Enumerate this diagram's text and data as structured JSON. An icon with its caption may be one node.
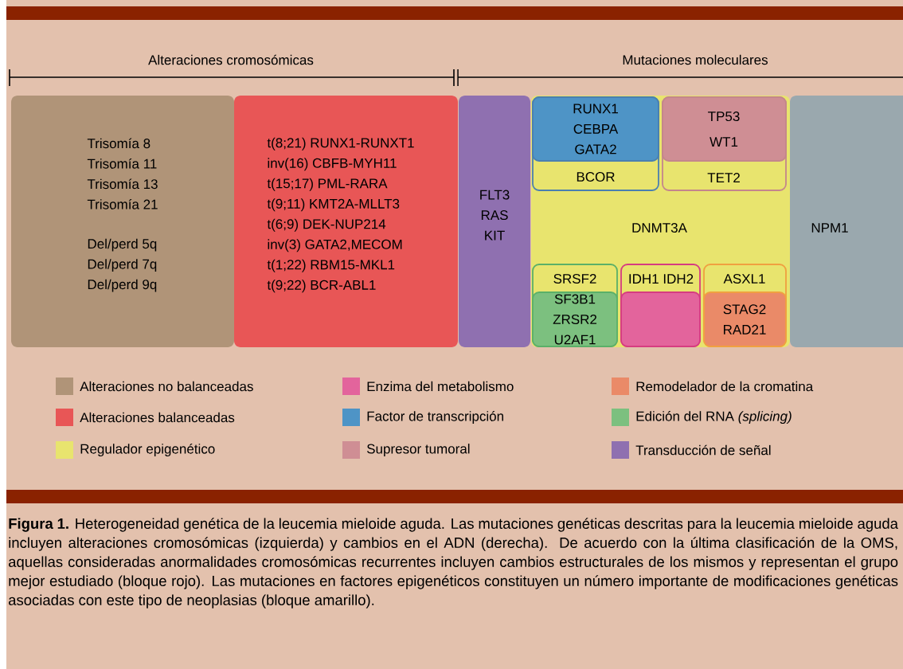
{
  "diagram": {
    "caption": "**Figura 1.** Heterogeneidad genética de la leucemia mieloide aguda. Las mutaciones genéticas descritas para la leucemia mieloide aguda incluyen alteraciones cromosómicas (izquierda) y cambios en el ADN (derecha). De acuerdo con la última clasificación de la OMS, aquellas consideradas anormalidades cromosómicas recurrentes incluyen cambios estructurales de los mismos y representan el grupo mejor estudiado (bloque rojo). Las mutaciones en factores epigenéticos constituyen un número importante de modificaciones genéticas asociadas con este tipo de neoplasias (bloque amarillo).",
    "nodes": [
      {
        "text": [
          "Trisomía 8",
          "Trisomía 11",
          "Trisomía 13",
          "Trisomía 21",
          "Del/perd 5q",
          "Del/perd 7q",
          "Del/perd 9q"
        ]
      },
      {
        "text": [
          "t(8;21) RUNX1-RUNXT1",
          "inv(16) CBFB-MYH11",
          "t(15;17) PML-RARA",
          "t(9;11) KMT2A-MLLT3",
          "t(6;9) DEK-NUP214",
          "inv(3) GATA2,MECOM",
          "t(1;22) RBM15-MKL1",
          "t(9;22) BCR-ABL1"
        ]
      },
      {
        "text": [
          "FLT3",
          "RAS",
          "KIT"
        ]
      },
      {
        "text": [
          "DNMT3A"
        ]
      },
      {
        "text": [
          "BCOR"
        ],
        "in": 3
      },
      {
        "text": [
          "RUNX1",
          "CEBPA",
          "GATA2"
        ],
        "in": 4
      },
      {
        "text": [
          "TET2"
        ],
        "in": 3
      },
      {
        "text": [
          "TP53",
          "WT1"
        ],
        "in": 6
      },
      {
        "text": [
          "SRSF2"
        ],
        "in": 3
      },
      {
        "text": [
          "SF3B1",
          "ZRSR2",
          "U2AF1"
        ],
        "in": 8
      },
      {
        "text": [
          "IDH1 IDH2"
        ],
        "in": 3
      },
      {
        "text": [],
        "shape": "box",
        "in": 10
      },
      {
        "text": [
          "ASXL1"
        ],
        "in": 3
      },
      {
        "text": [
          "STAG2",
          "RAD21"
        ],
        "in": 12
      },
      {
        "text": [
          "NPM1"
        ]
      }
    ],
    "labels": [
      "Alteraciones cromosómicas",
      "Mutaciones moleculares"
    ],
    "legend": [
      {
        "text": "Alteraciones no balanceadas",
        "color": "#b09478"
      },
      {
        "text": "Enzima del metabolismo",
        "color": "#e3649c"
      },
      {
        "text": "Remodelador de la cromatina",
        "color": "#ea8a68"
      },
      {
        "text": "Alteraciones balanceadas",
        "color": "#e85656"
      },
      {
        "text": "Factor de transcripción",
        "color": "#4e94c6"
      },
      {
        "text": "Edición del RNA *(splicing)*",
        "color": "#7cc07f"
      },
      {
        "text": "Regulador epigenético",
        "color": "#e8e46e"
      },
      {
        "text": "Supresor tumoral",
        "color": "#cf8e94"
      },
      {
        "text": "Transducción de señal",
        "color": "#8f70b0"
      }
    ]
  }
}
